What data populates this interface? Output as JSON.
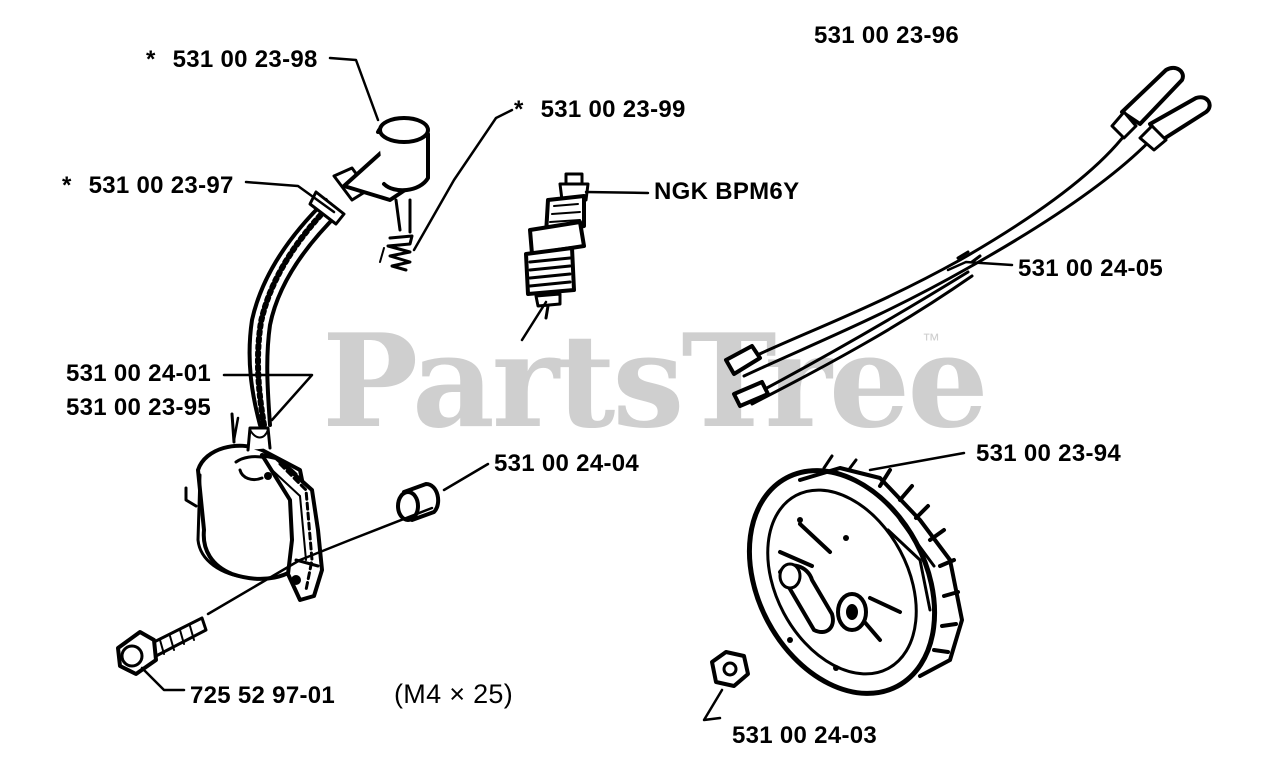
{
  "watermark": {
    "text": "PartsTree",
    "tm": "™",
    "color": "#cfcfcf"
  },
  "colors": {
    "ink": "#000000",
    "background": "#ffffff",
    "watermark": "#cfcfcf"
  },
  "labels": {
    "p_23_98": "531 00 23-98",
    "p_23_99": "531 00 23-99",
    "p_23_97": "531 00 23-97",
    "p_23_96": "531 00 23-96",
    "spark_plug": "NGK BPM6Y",
    "p_24_05": "531 00 24-05",
    "p_24_01": "531 00 24-01",
    "p_23_95": "531 00 23-95",
    "p_24_04": "531 00 24-04",
    "p_23_94": "531 00 23-94",
    "p_725": "725 52 97-01",
    "screw_size": "(M4 × 25)",
    "p_24_03": "531 00 24-03"
  },
  "asterisk": "*"
}
